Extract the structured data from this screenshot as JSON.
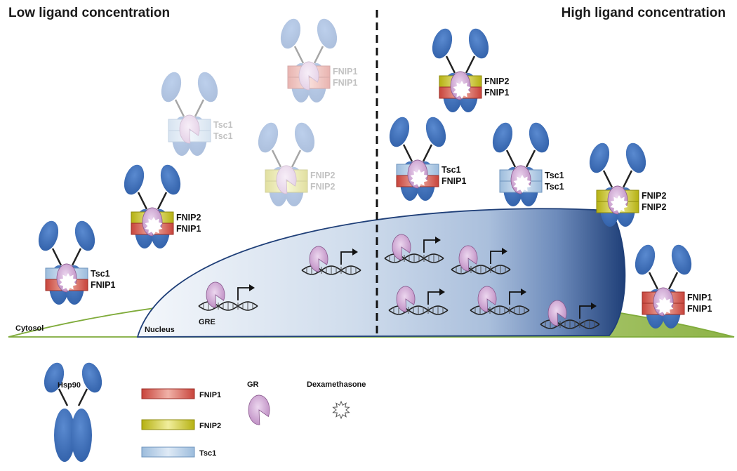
{
  "titles": {
    "left": "Low ligand concentration",
    "right": "High ligand concentration"
  },
  "regions": {
    "cytosol": "Cytosol",
    "nucleus": "Nucleus"
  },
  "dna_label": "GRE",
  "colors": {
    "fnip1": "#c8443b",
    "fnip2": "#b7b313",
    "tsc1": "#9fbfdd",
    "hsp90": "#3e6db3",
    "gr": "#c79acc",
    "cytosol_green": "#93b84f",
    "nucleus_blue": "#20457f"
  },
  "complexes": [
    {
      "id": "c1",
      "top": "Tsc1",
      "bottom": "FNIP1",
      "ligand": true,
      "faded": false
    },
    {
      "id": "c2",
      "top": "FNIP2",
      "bottom": "FNIP1",
      "ligand": true,
      "faded": false
    },
    {
      "id": "c3",
      "top": "Tsc1",
      "bottom": "Tsc1",
      "ligand": false,
      "faded": true
    },
    {
      "id": "c4",
      "top": "FNIP1",
      "bottom": "FNIP1",
      "ligand": false,
      "faded": true
    },
    {
      "id": "c5",
      "top": "FNIP2",
      "bottom": "FNIP2",
      "ligand": false,
      "faded": true
    },
    {
      "id": "c6",
      "top": "FNIP2",
      "bottom": "FNIP1",
      "ligand": true,
      "faded": false
    },
    {
      "id": "c7",
      "top": "Tsc1",
      "bottom": "FNIP1",
      "ligand": true,
      "faded": false
    },
    {
      "id": "c8",
      "top": "Tsc1",
      "bottom": "Tsc1",
      "ligand": true,
      "faded": false
    },
    {
      "id": "c9",
      "top": "FNIP2",
      "bottom": "FNIP2",
      "ligand": true,
      "faded": false
    },
    {
      "id": "c10",
      "top": "FNIP1",
      "bottom": "FNIP1",
      "ligand": true,
      "faded": false
    }
  ],
  "legend": {
    "hsp90": "Hsp90",
    "fnip1": "FNIP1",
    "fnip2": "FNIP2",
    "tsc1": "Tsc1",
    "gr": "GR",
    "dexamethasone": "Dexamethasone"
  }
}
